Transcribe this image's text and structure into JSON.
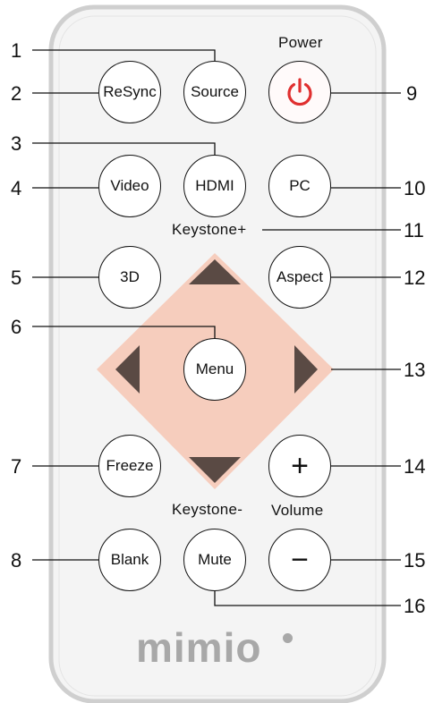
{
  "top_label": "Power",
  "keystone_plus_label": "Keystone+",
  "keystone_minus_label": "Keystone-",
  "volume_label": "Volume",
  "logo_text": "mimio",
  "buttons": {
    "source": "Source",
    "resync": "ReSync",
    "hdmi": "HDMI",
    "video": "Video",
    "pc": "PC",
    "three_d": "3D",
    "aspect": "Aspect",
    "menu": "Menu",
    "freeze": "Freeze",
    "blank": "Blank",
    "mute": "Mute",
    "volume_plus": "+",
    "volume_minus": "−"
  },
  "callouts": {
    "n1": "1",
    "n2": "2",
    "n3": "3",
    "n4": "4",
    "n5": "5",
    "n6": "6",
    "n7": "7",
    "n8": "8",
    "n9": "9",
    "n10": "10",
    "n11": "11",
    "n12": "12",
    "n13": "13",
    "n14": "14",
    "n15": "15",
    "n16": "16"
  },
  "colors": {
    "power_icon": "#e03030",
    "dpad_fill": "#f6cdbd",
    "arrow_fill": "#5a4a44",
    "logo": "#a8a8a8"
  },
  "icons": {
    "power": "power-icon",
    "up": "triangle-up-icon",
    "down": "triangle-down-icon",
    "left": "triangle-left-icon",
    "right": "triangle-right-icon"
  }
}
